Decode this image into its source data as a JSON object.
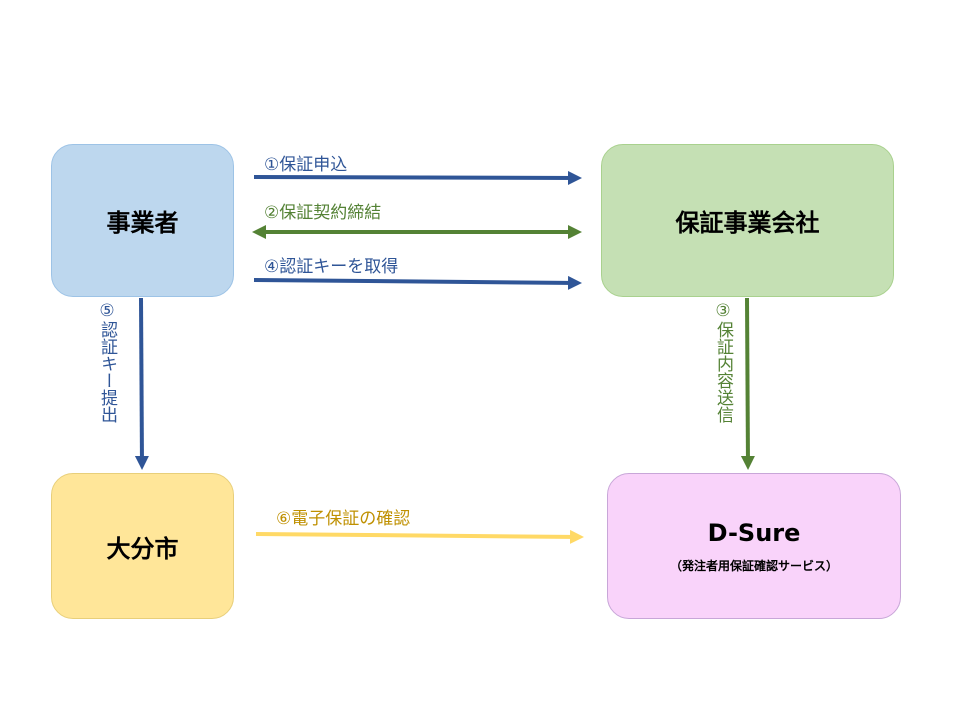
{
  "nodes": {
    "business_operator": "事業者",
    "guarantee_company": "保証事業会社",
    "oita_city": "大分市",
    "dsure_title": "D-Sure",
    "dsure_subtitle": "（発注者用保証確認サービス）"
  },
  "flows": {
    "f1": "①保証申込",
    "f2": "②保証契約締結",
    "f3_num": "③",
    "f3_text": "保証内容送信",
    "f4": "④認証キーを取得",
    "f5_num": "⑤",
    "f5_text": "認証キー提出",
    "f6": "⑥電子保証の確認"
  },
  "colors": {
    "blue_arrow": "#2f5597",
    "green_arrow": "#548235",
    "gold_arrow": "#ffd966"
  }
}
